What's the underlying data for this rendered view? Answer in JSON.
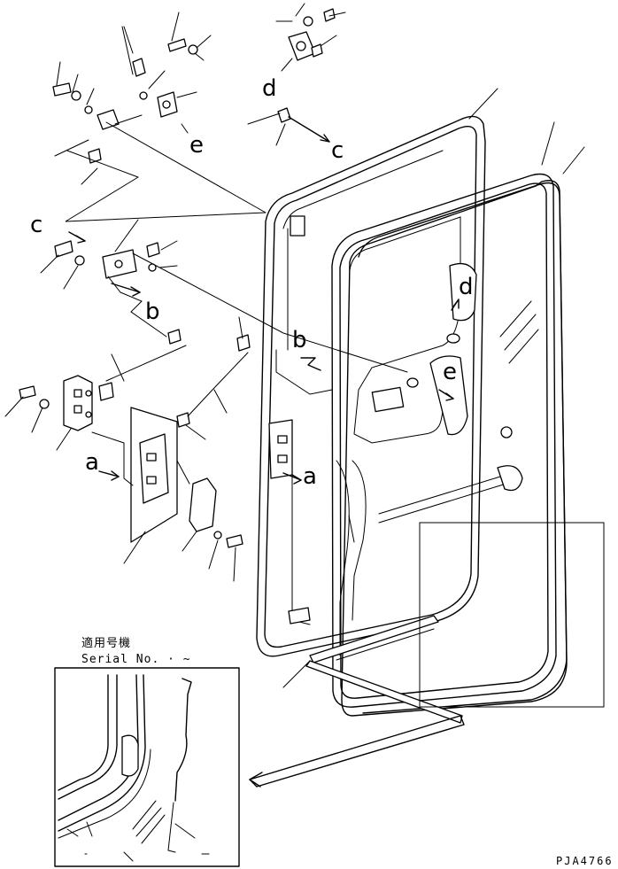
{
  "labels": {
    "a": "a",
    "b": "b",
    "c": "c",
    "d": "d",
    "e": "e"
  },
  "serial_note": {
    "line1": "適用号機",
    "line2": "Serial No.  · ~"
  },
  "drawing_code": "PJA4766"
}
